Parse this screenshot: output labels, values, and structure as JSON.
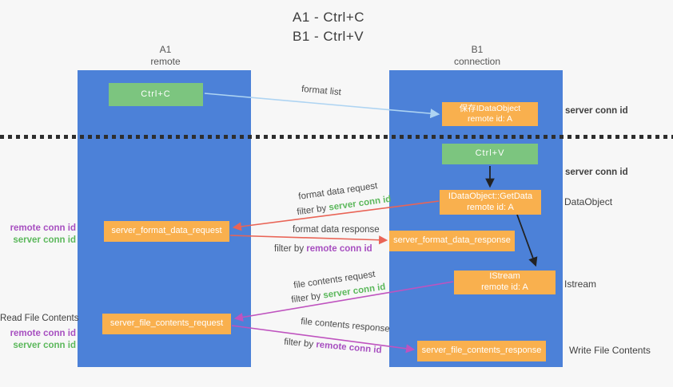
{
  "title": {
    "line1": "A1 - Ctrl+C",
    "line2": "B1 - Ctrl+V"
  },
  "columns": {
    "left": {
      "name": "A1",
      "role": "remote"
    },
    "right": {
      "name": "B1",
      "role": "connection"
    }
  },
  "nodes": {
    "ctrl_c": {
      "label": "Ctrl+C"
    },
    "save_idataobject": {
      "line1": "保存IDataObject",
      "line2": "remote id: A"
    },
    "ctrl_v": {
      "label": "Ctrl+V"
    },
    "getdata": {
      "line1": "IDataObject::GetData",
      "line2": "remote id: A"
    },
    "server_format_data_request": {
      "label": "server_format_data_request"
    },
    "server_format_data_response": {
      "label": "server_format_data_response"
    },
    "istream": {
      "line1": "IStream",
      "line2": "remote id: A"
    },
    "server_file_contents_request": {
      "label": "server_file_contents_request"
    },
    "server_file_contents_response": {
      "label": "server_file_contents_response"
    }
  },
  "edge_labels": {
    "format_list": "format list",
    "format_data_request": "format data request",
    "format_data_response": "format data response",
    "file_contents_request": "file contents request",
    "file_contents_response": "file contents response",
    "filter_by": "filter by",
    "server_conn_id": "server conn id",
    "remote_conn_id": "remote conn id"
  },
  "side_notes": {
    "server_conn_id_top": "server conn id",
    "server_conn_id_mid": "server conn id",
    "dataobject": "DataObject",
    "istream": "Istream",
    "write_file_contents": "Write File Contents",
    "read_file_contents": "Read File Contents",
    "remote_conn_id": "remote conn id",
    "server_conn_id": "server conn id"
  },
  "colors": {
    "background": "#f7f7f7",
    "column_blue": "#4c81d8",
    "node_orange": "#f9b04e",
    "node_green": "#7cc57f",
    "green_text": "#5cb85c",
    "purple_text": "#a74fc0",
    "red_arrow": "#e96456",
    "magenta_arrow": "#bf53bf",
    "light_blue_arrow": "#aed4f2",
    "black_arrow": "#222222"
  }
}
